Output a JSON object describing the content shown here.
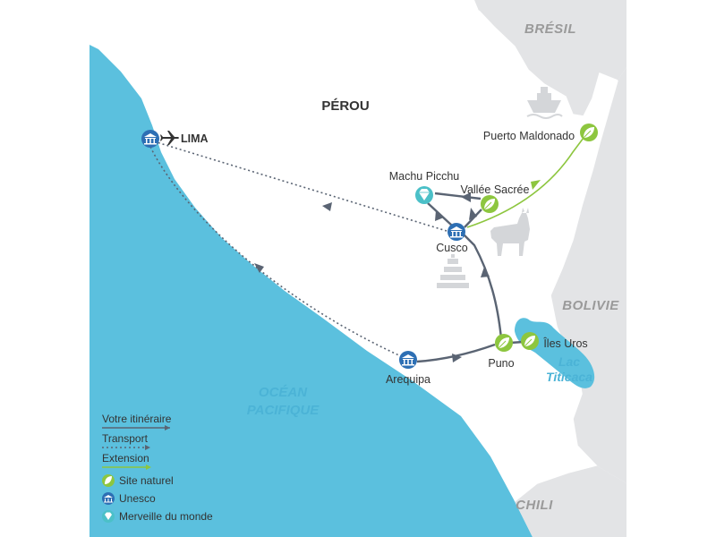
{
  "map": {
    "countries": {
      "main": "PÉROU",
      "neighbors": [
        "BRÉSIL",
        "BOLIVIE",
        "CHILI"
      ]
    },
    "water": {
      "ocean_line1": "OCÉAN",
      "ocean_line2": "PACIFIQUE",
      "lake_line1": "Lac",
      "lake_line2": "Titicaca"
    },
    "places": {
      "lima": "LIMA",
      "cusco": "Cusco",
      "machu_picchu": "Machu Picchu",
      "vallee_sacree": "Vallée Sacrée",
      "puerto_maldonado": "Puerto Maldonado",
      "arequipa": "Arequipa",
      "puno": "Puno",
      "iles_uros": "Îles Uros"
    },
    "icons": {
      "unesco": "unesco-temple-icon",
      "nature": "leaf-icon",
      "wonder": "diamond-icon",
      "airport": "airplane-icon",
      "boat": "boat-icon",
      "llama": "llama-icon",
      "ruins": "inca-ruins-icon"
    }
  },
  "legend": {
    "route": "Votre itinéraire",
    "transport": "Transport",
    "extension": "Extension",
    "natural_site": "Site naturel",
    "unesco": "Unesco",
    "wonder": "Merveille du monde"
  },
  "colors": {
    "sea": "#5bc0de",
    "land": "#ffffff",
    "neighbor": "#e3e4e6",
    "route": "#5a6473",
    "extension": "#8dc63f",
    "unesco": "#2d6fb4",
    "nature": "#8dc63f",
    "wonder": "#4bc0c8"
  }
}
